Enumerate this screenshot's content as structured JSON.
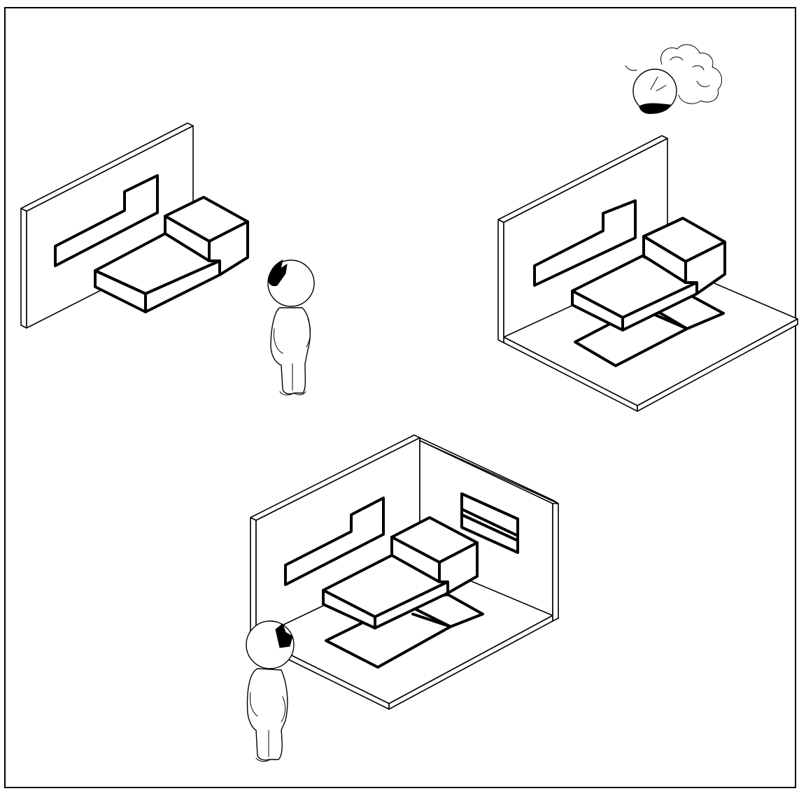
{
  "scenes": [
    {
      "label": "wall-only",
      "elements": [
        "back-wall",
        "wall-shelf",
        "suspended-bed",
        "standing-person"
      ]
    },
    {
      "label": "wall-and-floor",
      "elements": [
        "back-wall",
        "floor-slab",
        "wall-shelf",
        "suspended-bed",
        "bed-floor-shadow",
        "thinking-person-cloud"
      ]
    },
    {
      "label": "corner-room",
      "elements": [
        "back-wall",
        "side-wall",
        "floor-slab",
        "wall-shelf",
        "side-window",
        "suspended-bed",
        "bed-floor-shadow",
        "standing-person"
      ]
    }
  ],
  "colors": {
    "line": "#000000",
    "background": "#ffffff"
  }
}
